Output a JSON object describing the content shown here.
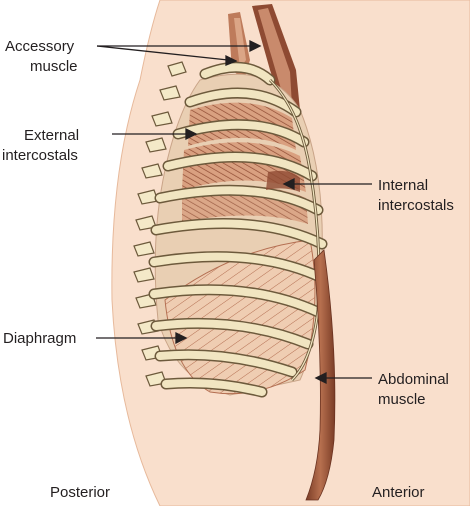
{
  "labels": {
    "accessory_1": "Accessory",
    "accessory_2": "muscle",
    "external_1": "External",
    "external_2": "intercostals",
    "internal_1": "Internal",
    "internal_2": "intercostals",
    "diaphragm": "Diaphragm",
    "abdominal_1": "Abdominal",
    "abdominal_2": "muscle",
    "posterior": "Posterior",
    "anterior": "Anterior"
  },
  "colors": {
    "skin": "#f9dfcc",
    "skin_edge": "#e7b99b",
    "bone": "#f1e5c1",
    "bone_outline": "#6d5a3c",
    "muscle": "#8e4a32",
    "muscle_light": "#c98a6c",
    "cavity": "#e9cfb3",
    "text": "#231f20"
  }
}
